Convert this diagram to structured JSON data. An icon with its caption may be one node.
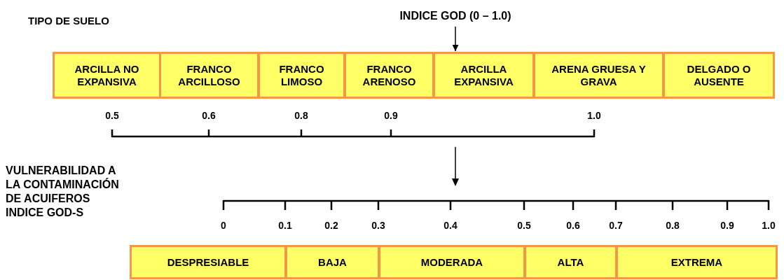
{
  "diagram": {
    "nodes": [
      {
        "text": [
          "INDICE GOD (0 – 1.0)"
        ]
      },
      {
        "text": [
          "ARCILLA NO EXPANSIVA"
        ]
      },
      {
        "text": [
          "FRANCO ARCILLOSO"
        ]
      },
      {
        "text": [
          "FRANCO LIMOSO"
        ]
      },
      {
        "text": [
          "FRANCO ARENOSO"
        ]
      },
      {
        "text": [
          "ARCILLA EXPANSIVA"
        ]
      },
      {
        "text": [
          "ARENA GRUESA Y GRAVA"
        ]
      },
      {
        "text": [
          "DELGADO O AUSENTE"
        ]
      },
      {
        "text": [
          "DESPRESIABLE"
        ]
      },
      {
        "text": [
          "BAJA"
        ]
      },
      {
        "text": [
          "MODERADA"
        ]
      },
      {
        "text": [
          "ALTA"
        ]
      },
      {
        "text": [
          "EXTREMA"
        ]
      }
    ],
    "edges": [
      {
        "from": 0,
        "to": 5,
        "arrow": "to"
      }
    ],
    "labels": [
      "TIPO DE SUELO",
      "0.5",
      "0.6",
      "0.8",
      "0.9",
      "1.0",
      "VULNERABILIDAD A LA CONTAMINACIÓN DE ACUIFEROS INDICE GOD-S",
      "0",
      "0.1",
      "0.2",
      "0.3",
      "0.4",
      "0.5",
      "0.6",
      "0.7",
      "0.8",
      "0.9",
      "1.0"
    ]
  }
}
